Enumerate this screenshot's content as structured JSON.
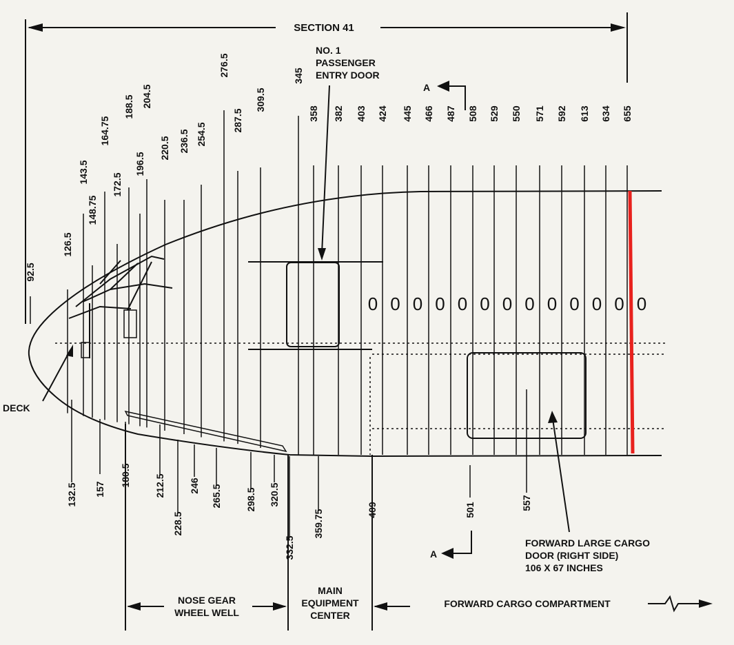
{
  "section_label": "SECTION 41",
  "door_label": [
    "NO. 1",
    "PASSENGER",
    "ENTRY DOOR"
  ],
  "flight_deck_label": "DECK",
  "section_view_label": "A",
  "top_stations": [
    "92.5",
    "126.5",
    "143.5",
    "148.75",
    "164.75",
    "172.5",
    "188.5",
    "196.5",
    "204.5",
    "220.5",
    "236.5",
    "254.5",
    "276.5",
    "287.5",
    "309.5",
    "345",
    "358",
    "382",
    "403",
    "424",
    "445",
    "466",
    "487",
    "508",
    "529",
    "550",
    "571",
    "592",
    "613",
    "634",
    "655"
  ],
  "bottom_stations": [
    "132.5",
    "157",
    "180.5",
    "212.5",
    "228.5",
    "246",
    "265.5",
    "298.5",
    "320.5",
    "332.5",
    "359.75",
    "409",
    "501",
    "557"
  ],
  "cargo_door_label": [
    "FORWARD LARGE CARGO",
    "DOOR (RIGHT SIDE)",
    "106 X 67 INCHES"
  ],
  "zones": {
    "nose_gear": [
      "NOSE GEAR",
      "WHEEL WELL"
    ],
    "main_equipment": [
      "MAIN",
      "EQUIPMENT",
      "CENTER"
    ],
    "forward_cargo": "FORWARD CARGO COMPARTMENT"
  },
  "windows": [
    "0",
    "0",
    "0",
    "0",
    "0",
    "0",
    "0",
    "0",
    "0",
    "0",
    "0",
    "0",
    "0"
  ],
  "colors": {
    "ink": "#111111",
    "highlight": "#e8211d",
    "paper": "#f4f3ee"
  }
}
